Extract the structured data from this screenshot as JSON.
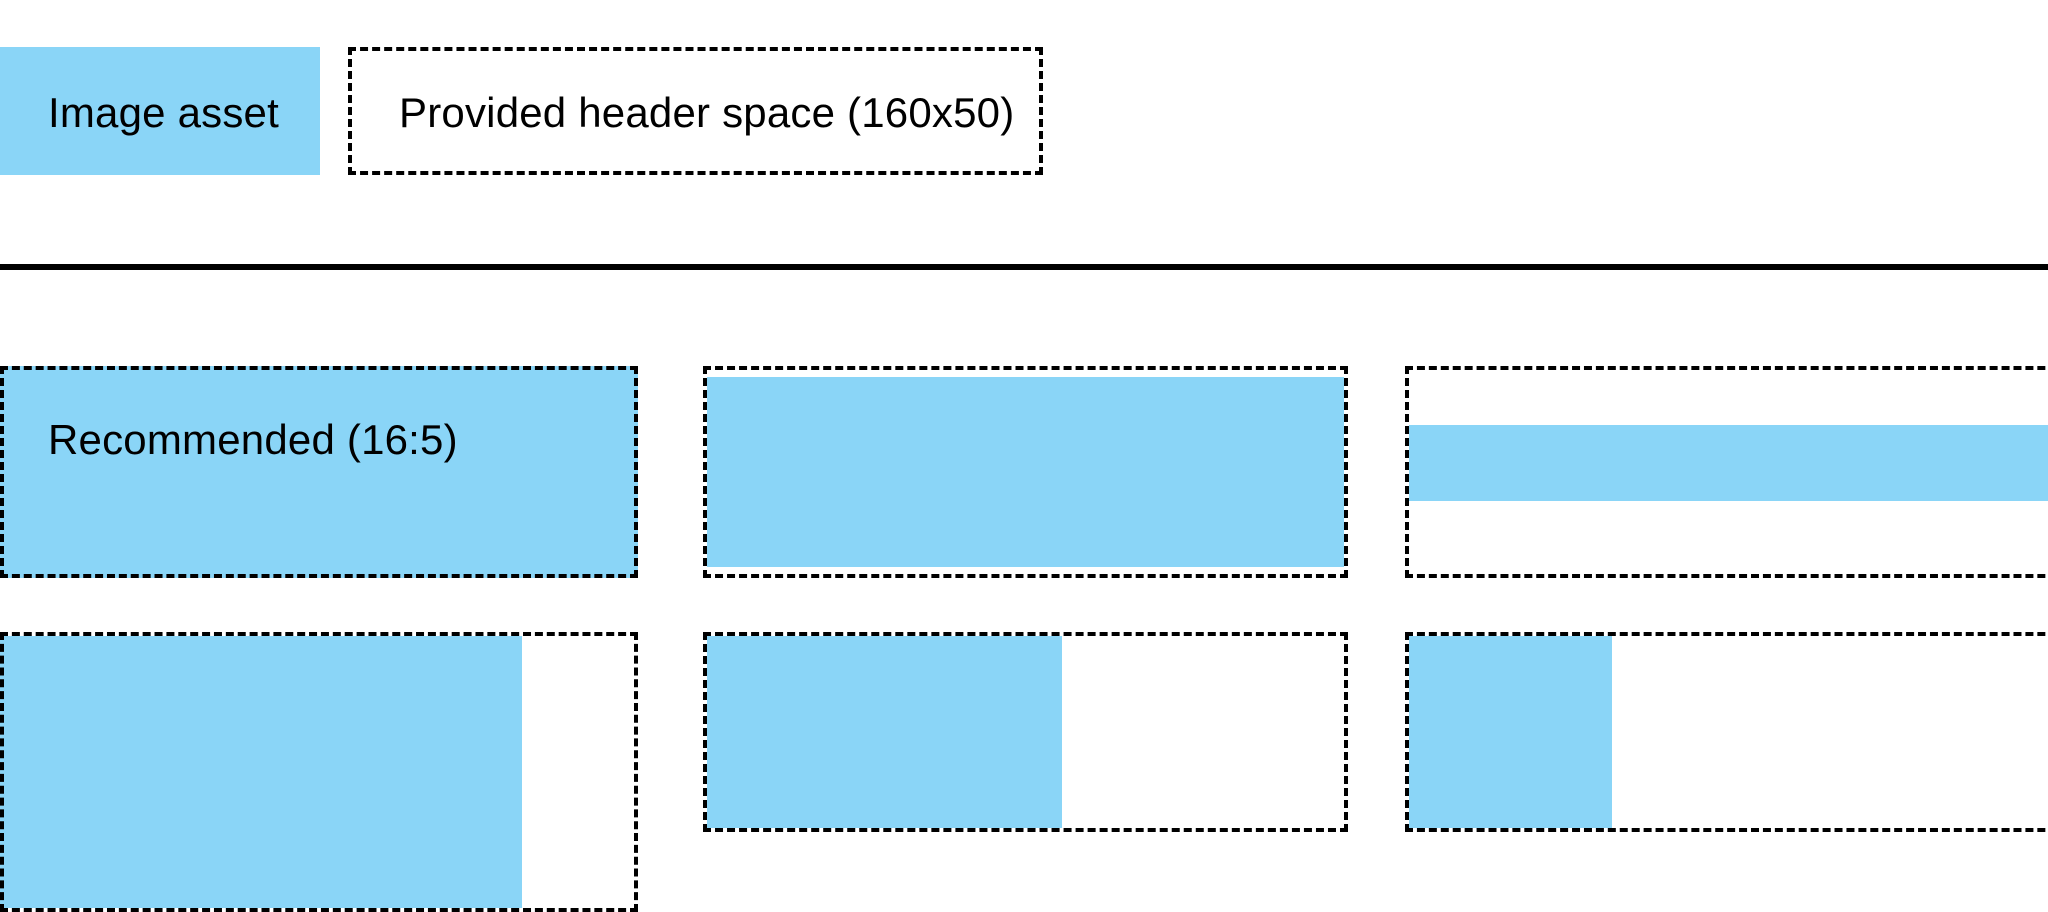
{
  "colors": {
    "accent": "#8AD5F7",
    "outline": "#000000",
    "background": "#FFFFFF"
  },
  "header": {
    "asset_label": "Image asset",
    "space_label": "Provided header space (160x50)",
    "space_dimensions": "160x50"
  },
  "ratio_grid": {
    "recommended_label": "Recommended (16:5)",
    "recommended_ratio": "16:5",
    "rows": [
      {
        "cells": [
          {
            "name": "recommended-full-bleed",
            "fill_label": "Recommended (16:5)"
          },
          {
            "name": "inset-full-width",
            "fill_label": ""
          },
          {
            "name": "inset-short-band",
            "fill_label": ""
          }
        ]
      },
      {
        "cells": [
          {
            "name": "partial-width-wide",
            "fill_label": ""
          },
          {
            "name": "partial-width-medium",
            "fill_label": ""
          },
          {
            "name": "partial-width-narrow",
            "fill_label": ""
          }
        ]
      }
    ]
  }
}
